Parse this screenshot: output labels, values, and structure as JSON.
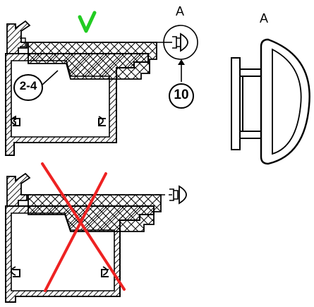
{
  "labels": {
    "view_detail_mark": "A",
    "view_title": "A",
    "part_callout": "2-4",
    "item_number": "10"
  },
  "symbols": {
    "correct_mark_icon": "check-mark-icon",
    "incorrect_mark_icon": "red-cross-icon"
  },
  "colors": {
    "correct": "#22cc22",
    "incorrect": "#ee2222",
    "line": "#000000",
    "hatch": "#000000"
  }
}
